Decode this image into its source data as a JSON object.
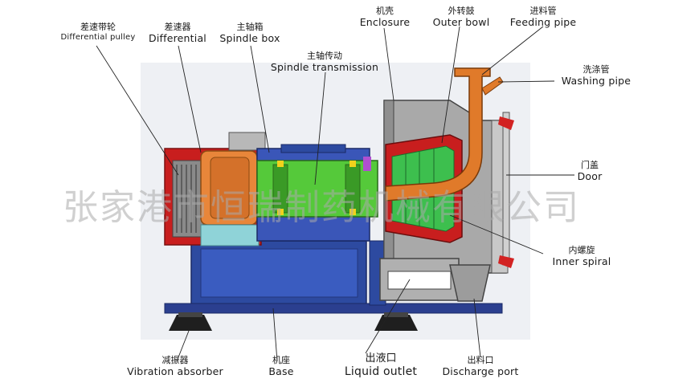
{
  "labels": {
    "differential_pulley": {
      "zh": "差速带轮",
      "en": "Differential pulley"
    },
    "differential": {
      "zh": "差速器",
      "en": "Differential"
    },
    "spindle_box": {
      "zh": "主轴箱",
      "en": "Spindle box"
    },
    "spindle_transmission": {
      "zh": "主轴传动",
      "en": "Spindle transmission"
    },
    "enclosure": {
      "zh": "机壳",
      "en": "Enclosure"
    },
    "outer_bowl": {
      "zh": "外转鼓",
      "en": "Outer bowl"
    },
    "feeding_pipe": {
      "zh": "进料管",
      "en": "Feeding pipe"
    },
    "washing_pipe": {
      "zh": "洗涤管",
      "en": "Washing pipe"
    },
    "door": {
      "zh": "门盖",
      "en": "Door"
    },
    "inner_spiral": {
      "zh": "内螺旋",
      "en": "Inner spiral"
    },
    "vibration_absorber": {
      "zh": "减振器",
      "en": "Vibration absorber"
    },
    "base": {
      "zh": "机座",
      "en": "Base"
    },
    "liquid_outlet": {
      "zh": "出液口",
      "en": "Liquid outlet"
    },
    "discharge_port": {
      "zh": "出料口",
      "en": "Discharge port"
    }
  },
  "watermark": "张家港市恒瑞制药机械有限公司"
}
